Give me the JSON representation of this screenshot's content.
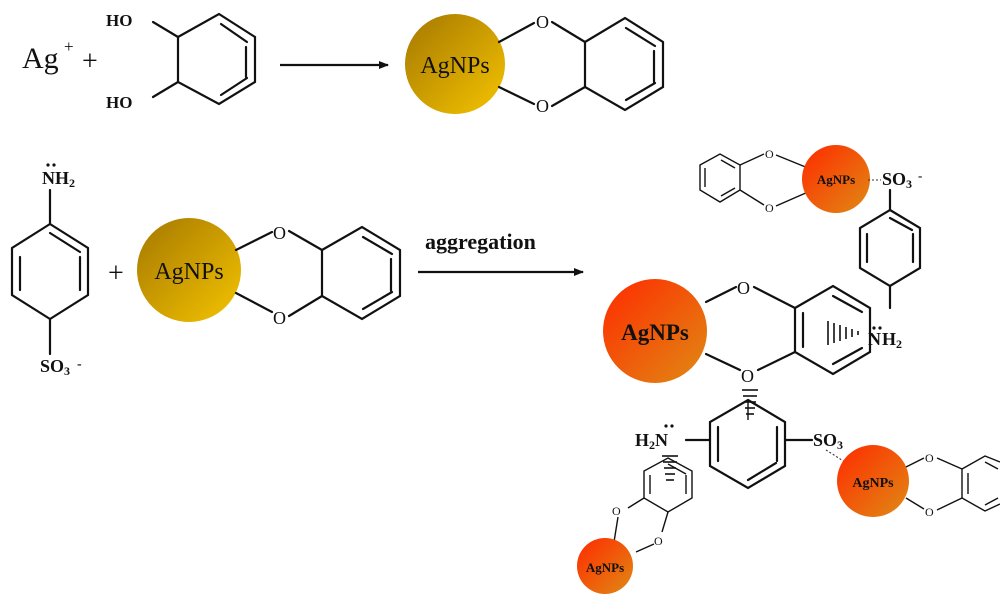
{
  "colors": {
    "gold_light": "#f5c400",
    "gold_dark": "#a47700",
    "red_light": "#ff2a00",
    "red_dark": "#e08a14",
    "bond": "#111111"
  },
  "labels": {
    "ag": "Ag",
    "ag_charge": "+",
    "plus": "+",
    "ho": "HO",
    "oxygen": "O",
    "agnps": "AgNPs",
    "nh2_n": "N",
    "nh2_h": "H",
    "nh2_sub": "2",
    "h2": "H",
    "h2_sub": "2",
    "so3_s": "SO",
    "so3_sub": "3",
    "so3_charge": "-",
    "so3_plain": "SO",
    "aggregation": "aggregation"
  }
}
